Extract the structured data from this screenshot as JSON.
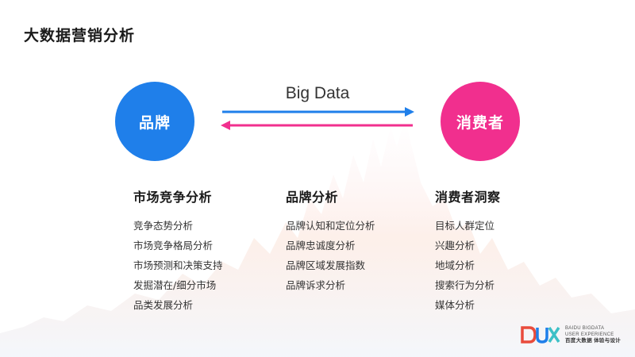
{
  "title": "大数据营销分析",
  "brand_circle": {
    "label": "品牌",
    "color": "#1f7fea"
  },
  "consumer_circle": {
    "label": "消费者",
    "color": "#f12f8e"
  },
  "flow": {
    "label": "Big Data",
    "forward_arrow_color": "#1f7fea",
    "backward_arrow_color": "#f12f8e"
  },
  "columns": [
    {
      "heading": "市场竞争分析",
      "items": [
        "竞争态势分析",
        "市场竞争格局分析",
        "市场预测和决策支持",
        "发掘潜在/细分市场",
        "品类发展分析"
      ]
    },
    {
      "heading": "品牌分析",
      "items": [
        "品牌认知和定位分析",
        "品牌忠诚度分析",
        "品牌区域发展指数",
        "品牌诉求分析"
      ]
    },
    {
      "heading": "消费者洞察",
      "items": [
        "目标人群定位",
        "兴趣分析",
        "地域分析",
        "搜索行为分析",
        "媒体分析"
      ]
    }
  ],
  "logo": {
    "line1": "BAIDU BIGDATA",
    "line2": "USER EXPERIENCE",
    "line3": "百度大数据 体验与设计",
    "colors": [
      "#e94b3c",
      "#1f7fea",
      "#3cc0c7"
    ]
  }
}
